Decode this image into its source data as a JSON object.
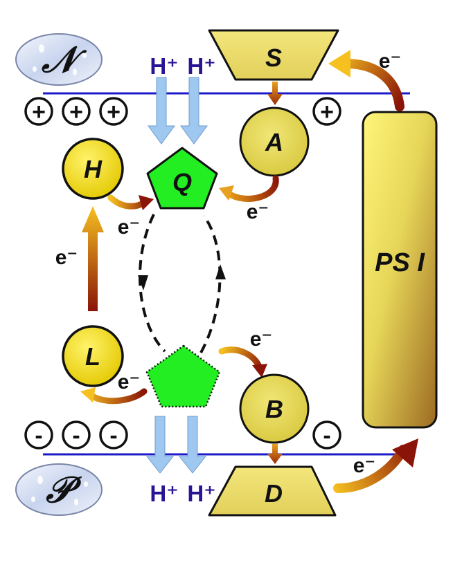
{
  "regions": {
    "n_side": "𝒩",
    "p_side": "𝒫"
  },
  "nodes": {
    "S": "S",
    "A": "A",
    "H": "H",
    "Q": "Q",
    "L": "L",
    "B": "B",
    "D": "D",
    "PSI": "PS I"
  },
  "labels": {
    "proton": "H⁺",
    "electron": "e⁻",
    "plus": "+",
    "minus": "-"
  },
  "colors": {
    "membrane": "#1a1ac8",
    "proton_arrow": "#9fc8f0",
    "proton_text": "#2a1496",
    "node_fill": "#e8dc50",
    "bright_node_fill": "#ffee22",
    "quinone_fill": "#22ee22",
    "electron_arrow_start": "#f5c020",
    "electron_arrow_end": "#8a1408"
  }
}
